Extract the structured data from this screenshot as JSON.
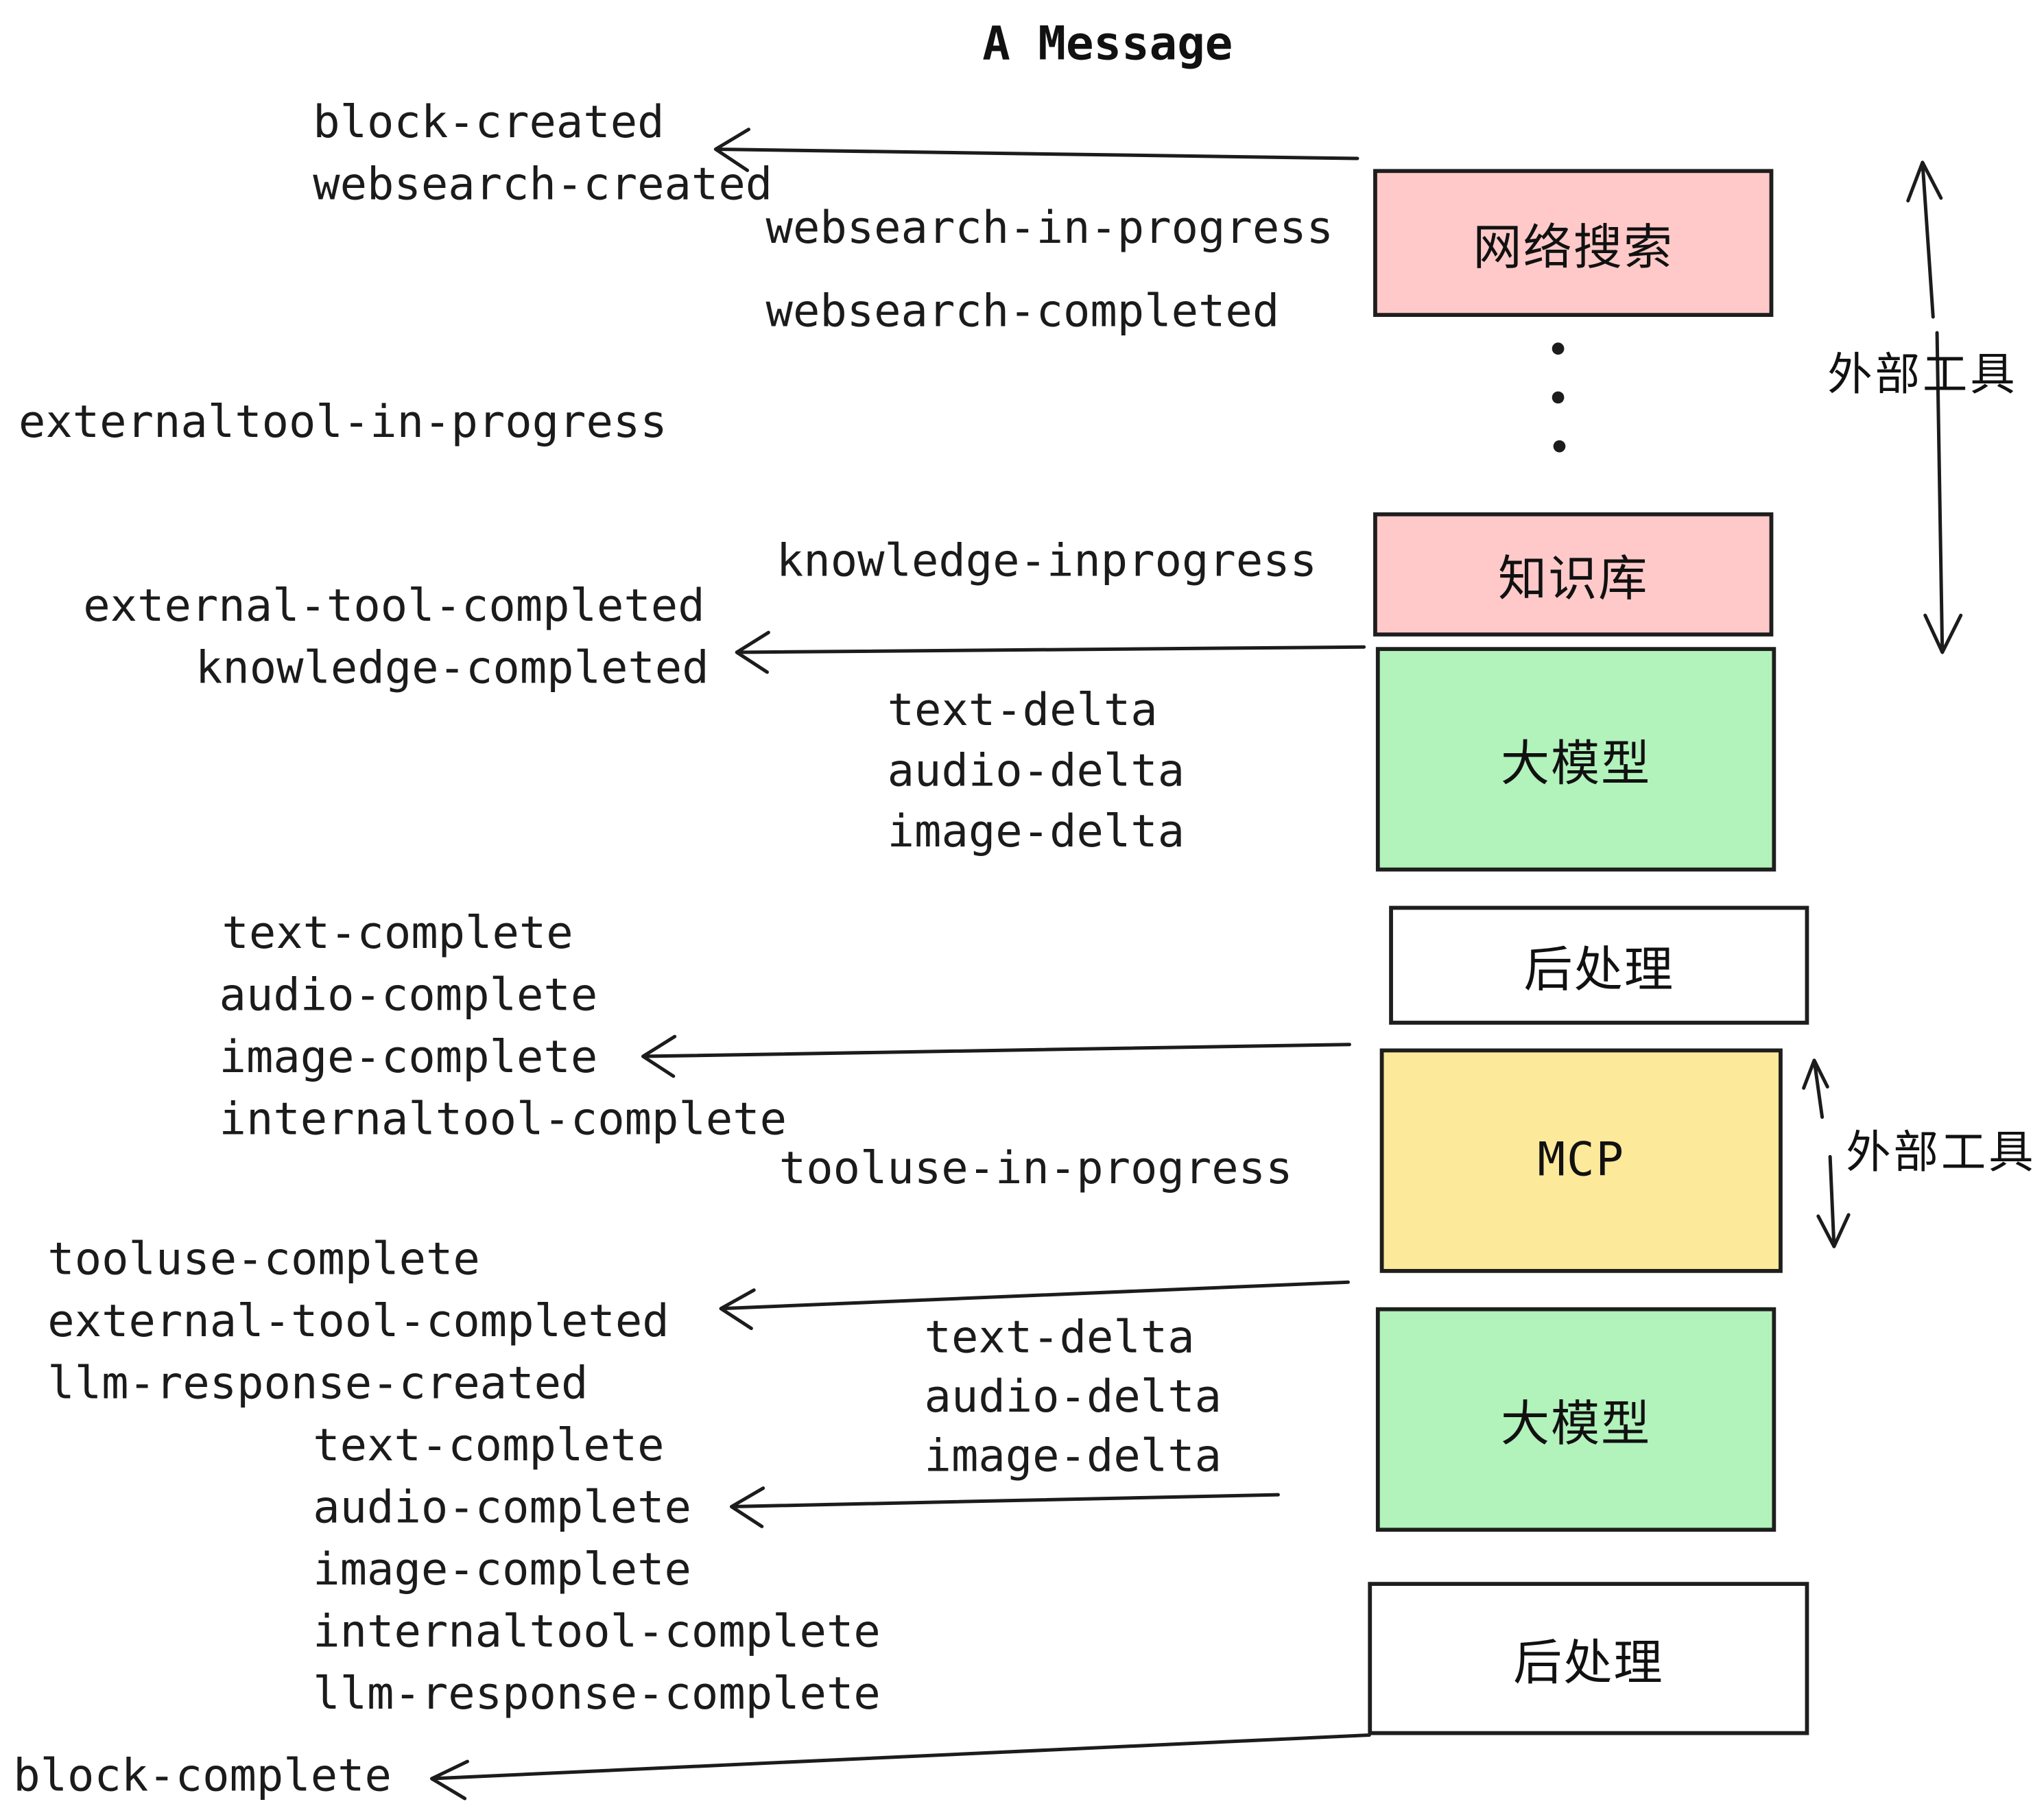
{
  "title": "A Message",
  "colors": {
    "pink": "#FFC9C9",
    "green": "#B2F2BB",
    "yellow": "#FCE99A",
    "white": "#FFFFFF",
    "stroke": "#1c1c1c"
  },
  "boxes": {
    "websearch": "网络搜索",
    "knowledge": "知识库",
    "llm1": "大模型",
    "postprocess1": "后处理",
    "mcp": "MCP",
    "llm2": "大模型",
    "postprocess2": "后处理"
  },
  "side_labels": {
    "external_tools_top": "外部工具",
    "external_tools_mid": "外部工具"
  },
  "events": {
    "block_created": "block-created",
    "websearch_created": "websearch-created",
    "websearch_in_progress": "websearch-in-progress",
    "websearch_completed": "websearch-completed",
    "externaltool_in_progress": "externaltool-in-progress",
    "knowledge_inprogress": "knowledge-inprogress",
    "external_tool_completed_1": "external-tool-completed",
    "knowledge_completed": "knowledge-completed",
    "text_delta_1": "text-delta",
    "audio_delta_1": "audio-delta",
    "image_delta_1": "image-delta",
    "text_complete_1": "text-complete",
    "audio_complete_1": "audio-complete",
    "image_complete_1": "image-complete",
    "internaltool_complete_1": "internaltool-complete",
    "tooluse_in_progress": "tooluse-in-progress",
    "tooluse_complete": "tooluse-complete",
    "external_tool_completed_2": "external-tool-completed",
    "llm_response_created": "llm-response-created",
    "text_complete_2": "text-complete",
    "audio_complete_2": "audio-complete",
    "image_complete_2": "image-complete",
    "internaltool_complete_2": "internaltool-complete",
    "llm_response_complete": "llm-response-complete",
    "text_delta_2": "text-delta",
    "audio_delta_2": "audio-delta",
    "image_delta_2": "image-delta",
    "block_complete": "block-complete"
  }
}
